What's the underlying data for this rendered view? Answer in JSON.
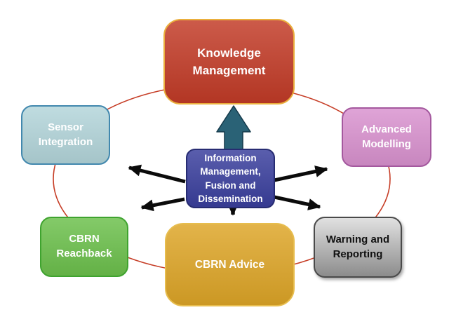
{
  "diagram": {
    "title": "CBRN knowledge management concept diagram",
    "background_color": "#ffffff",
    "orbit_ellipse_color": "#c63d26",
    "flow_arrow_color": "#0b0b0b",
    "up_arrow_fill": "#2a6276",
    "up_arrow_outline": "#14394a",
    "center_node": {
      "id": "information-management",
      "label": "Information\nManagement,\nFusion and\nDissemination",
      "fill": "#3a3f9d",
      "border": "#272c72",
      "text_color": "#ffffff"
    },
    "nodes": [
      {
        "id": "knowledge-management",
        "label": "Knowledge\nManagement",
        "fill": "#c23b27",
        "border": "#eaaf3d",
        "text_color": "#ffffff"
      },
      {
        "id": "sensor-integration",
        "label": "Sensor\nIntegration",
        "fill": "#b3d5da",
        "border": "#4288ae",
        "text_color": "#ffffff"
      },
      {
        "id": "advanced-modelling",
        "label": "Advanced\nModelling",
        "fill": "#d992cf",
        "border": "#a4589e",
        "text_color": "#ffffff"
      },
      {
        "id": "cbrn-reachback",
        "label": "CBRN\nReachback",
        "fill": "#6cc04c",
        "border": "#3fa32f",
        "text_color": "#ffffff"
      },
      {
        "id": "warning-reporting",
        "label": "Warning and\nReporting",
        "fill": "#c2c2c2",
        "border": "#4a4a4a",
        "text_color": "#111111"
      },
      {
        "id": "cbrn-advice",
        "label": "CBRN Advice",
        "fill": "#dda527",
        "border": "#e7bd4e",
        "text_color": "#ffffff"
      }
    ],
    "connections": [
      {
        "from": "information-management",
        "to": "knowledge-management",
        "style": "block-up-arrow"
      },
      {
        "from": "information-management",
        "to": "sensor-integration",
        "style": "black-arrow"
      },
      {
        "from": "information-management",
        "to": "advanced-modelling",
        "style": "black-arrow"
      },
      {
        "from": "information-management",
        "to": "cbrn-reachback",
        "style": "black-arrow"
      },
      {
        "from": "information-management",
        "to": "warning-reporting",
        "style": "black-arrow"
      },
      {
        "from": "information-management",
        "to": "cbrn-advice",
        "style": "black-arrow"
      }
    ]
  }
}
